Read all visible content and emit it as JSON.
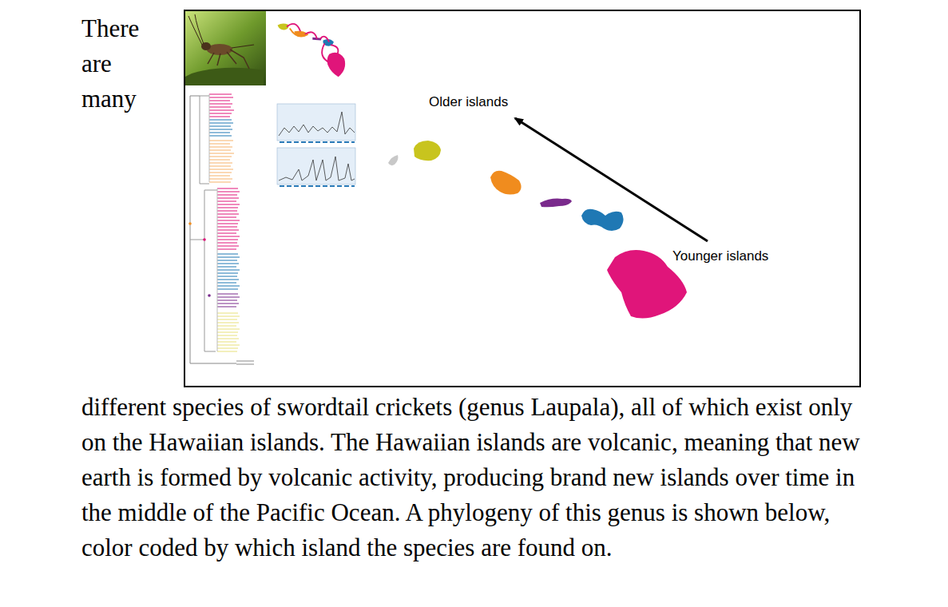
{
  "diagram": {
    "labels": [
      "There are many",
      "different species of swordtail crickets (genus Laupala), all of which exist only on the Hawaiian islands. The Hawaiian islands are volcanic, meaning that new earth is formed by volcanic activity, producing brand new islands over time in the middle of the Pacific Ocean. A phylogeny of this genus is shown below, color coded by which island the species are found on.",
      "Older islands",
      "Younger islands"
    ]
  }
}
